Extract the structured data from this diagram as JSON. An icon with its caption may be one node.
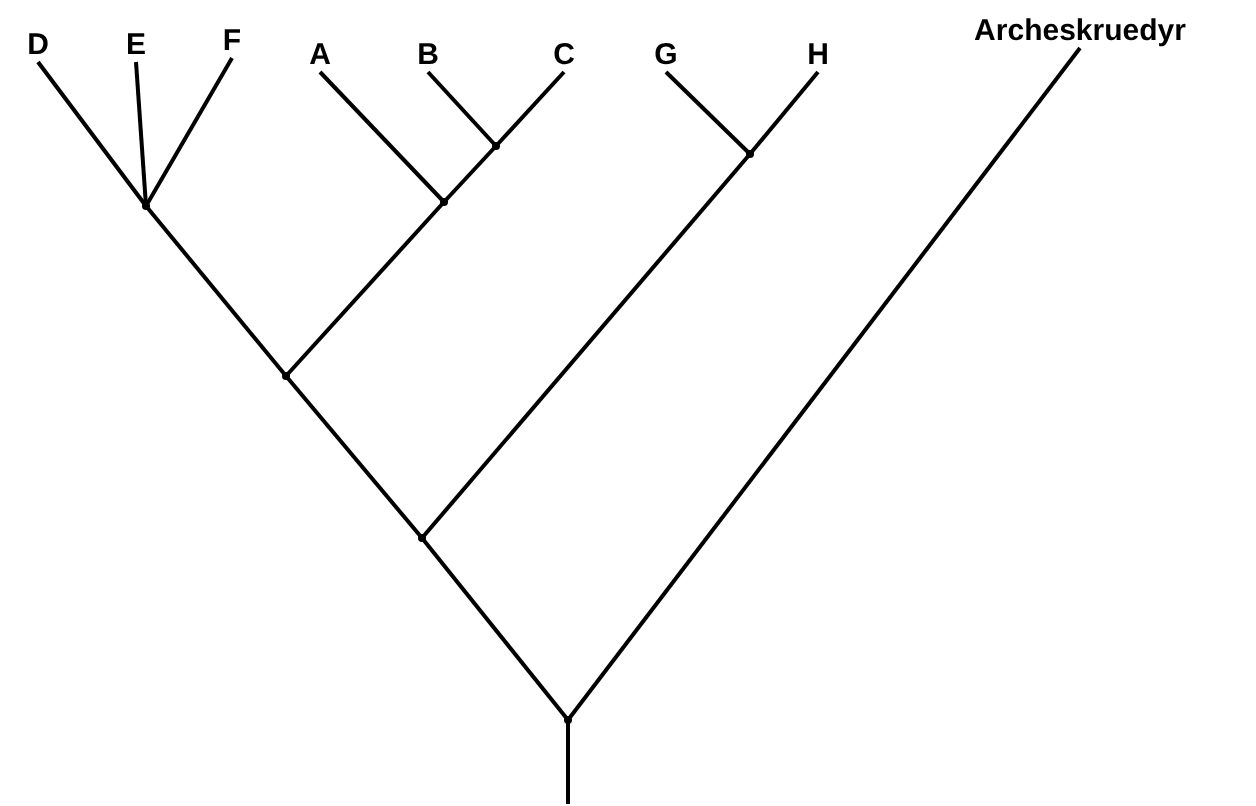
{
  "diagram": {
    "nodes": [
      {
        "text": [
          "D"
        ]
      },
      {
        "text": [
          "E"
        ]
      },
      {
        "text": [
          "F"
        ]
      },
      {
        "text": [
          "A"
        ]
      },
      {
        "text": [
          "B"
        ]
      },
      {
        "text": [
          "C"
        ]
      },
      {
        "text": [
          "G"
        ]
      },
      {
        "text": [
          "H"
        ]
      },
      {
        "text": [
          "Archeskruedyr"
        ]
      },
      {
        "text": [],
        "shape": "point"
      },
      {
        "text": [],
        "shape": "point"
      },
      {
        "text": [],
        "shape": "point"
      },
      {
        "text": [],
        "shape": "point"
      },
      {
        "text": [],
        "shape": "point"
      },
      {
        "text": [],
        "shape": "point"
      },
      {
        "text": [],
        "shape": "point"
      }
    ],
    "edges": [
      {
        "from": 0,
        "to": 9,
        "arrow": "none"
      },
      {
        "from": 9,
        "to": 1,
        "arrow": "none"
      },
      {
        "from": 9,
        "to": 2,
        "arrow": "none"
      },
      {
        "from": 9,
        "to": 12,
        "arrow": "none"
      },
      {
        "from": 12,
        "to": 11,
        "arrow": "none"
      },
      {
        "from": 11,
        "to": 3,
        "arrow": "none"
      },
      {
        "from": 11,
        "to": 10,
        "arrow": "none"
      },
      {
        "from": 10,
        "to": 4,
        "arrow": "none"
      },
      {
        "from": 10,
        "to": 5,
        "arrow": "none"
      },
      {
        "from": 12,
        "to": 14,
        "arrow": "none"
      },
      {
        "from": 14,
        "to": 13,
        "arrow": "none"
      },
      {
        "from": 13,
        "to": 6,
        "arrow": "none"
      },
      {
        "from": 13,
        "to": 7,
        "arrow": "none"
      },
      {
        "from": 14,
        "to": 15,
        "arrow": "none"
      },
      {
        "from": 15,
        "to": 8,
        "arrow": "none"
      },
      {
        "from": null,
        "to": 15,
        "arrow": "none"
      }
    ]
  }
}
